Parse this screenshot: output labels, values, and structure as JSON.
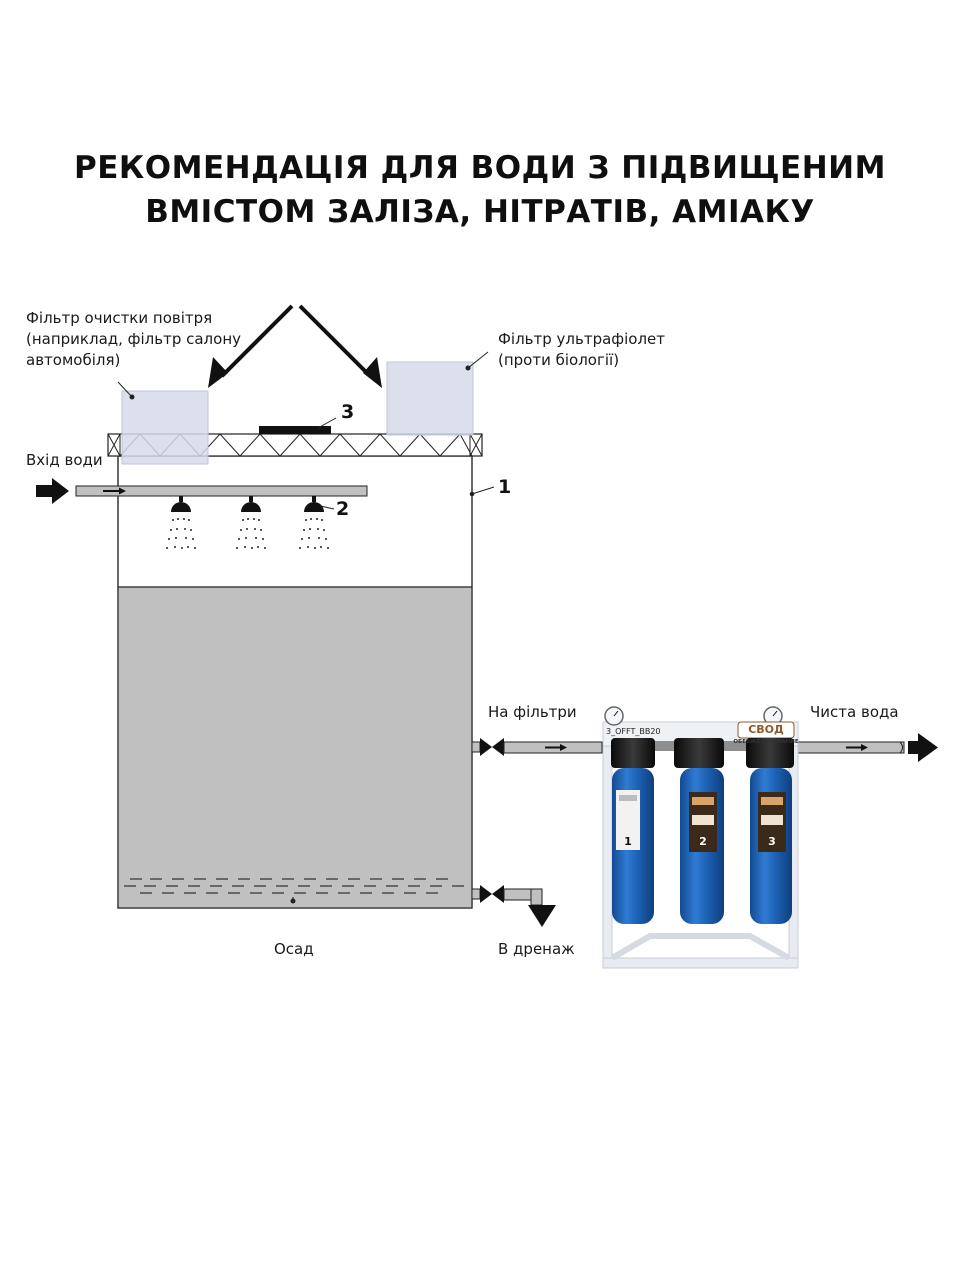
{
  "title": {
    "line1": "РЕКОМЕНДАЦІЯ ДЛЯ ВОДИ З ПІДВИЩЕНИМ",
    "line2": "ВМІСТОМ ЗАЛІЗА, НІТРАТІВ, АМІАКУ"
  },
  "labels": {
    "air_filter": [
      "Фільтр очистки повітря",
      "(наприклад, фільтр салону",
      "автомобіля)"
    ],
    "uv_filter": [
      "Фільтр ультрафіолет",
      "(проти біології)"
    ],
    "water_inlet": "Вхід води",
    "to_filters": "На фільтри",
    "clean_water": "Чиста вода",
    "sediment": "Осад",
    "to_drain": "В дренаж"
  },
  "numbers": {
    "tank": "1",
    "sprayers": "2",
    "vent": "3"
  },
  "filter_unit": {
    "model": "3_OFFT_BB20",
    "brand": "СВОД",
    "brand_sub": "ОБЕЗЖЕЛЕЗИВАНИЕ",
    "cartridges": [
      "1",
      "2",
      "3"
    ]
  },
  "colors": {
    "water": "#c0c0c0",
    "filter_box": "#d6dae9",
    "housing_blue": "#1f5fb0",
    "frame": "#e8ecf2"
  }
}
